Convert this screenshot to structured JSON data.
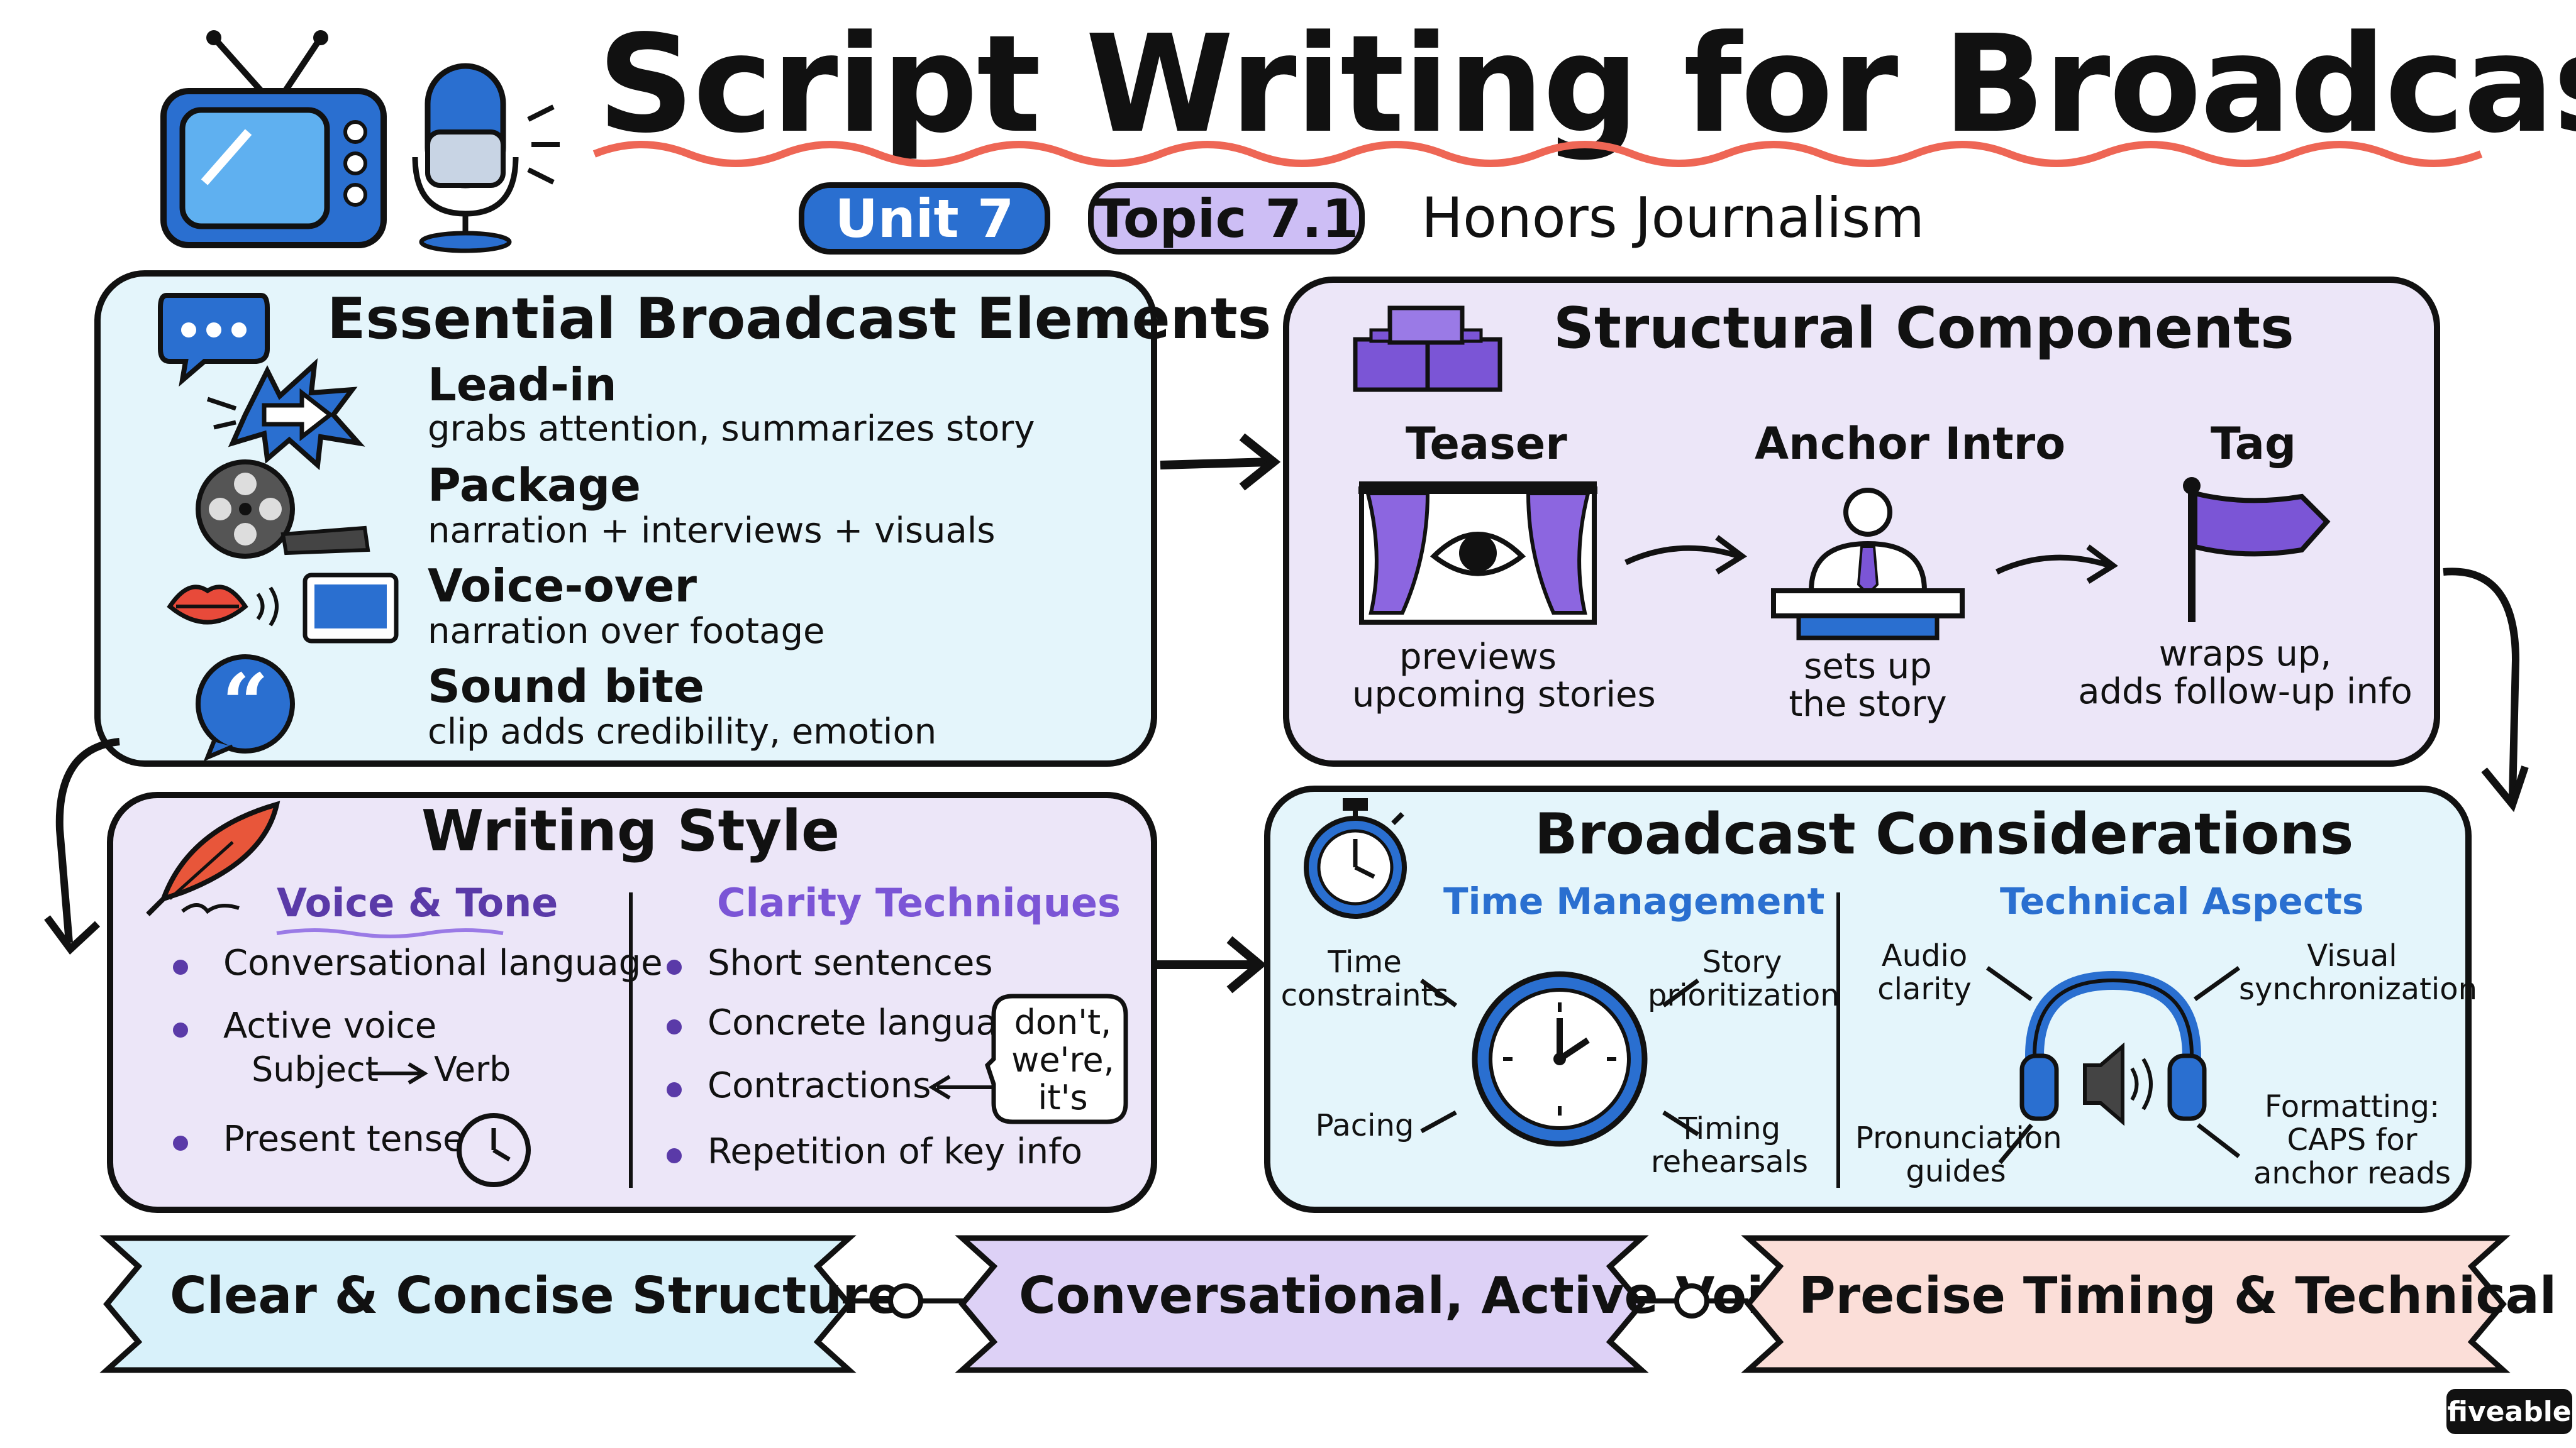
{
  "title": "Script Writing for Broadcast News",
  "badges": {
    "unit": "Unit 7",
    "topic": "Topic 7.1",
    "course": "Honors Journalism"
  },
  "essential": {
    "title": "Essential Broadcast Elements",
    "items": [
      {
        "title": "Lead-in",
        "desc": "grabs attention, summarizes story"
      },
      {
        "title": "Package",
        "desc": "narration + interviews + visuals"
      },
      {
        "title": "Voice-over",
        "desc": "narration over footage"
      },
      {
        "title": "Sound bite",
        "desc": "clip adds credibility, emotion"
      }
    ]
  },
  "structural": {
    "title": "Structural Components",
    "steps": [
      {
        "label": "Teaser",
        "desc_1": "previews",
        "desc_2": "upcoming stories"
      },
      {
        "label": "Anchor Intro",
        "desc_1": "sets up",
        "desc_2": "the story"
      },
      {
        "label": "Tag",
        "desc_1": "wraps up,",
        "desc_2": "adds follow-up info"
      }
    ]
  },
  "writing": {
    "title": "Writing Style",
    "voice": {
      "heading": "Voice & Tone",
      "bullets": [
        "Conversational language",
        "Active voice",
        "Present tense"
      ],
      "subject": "Subject",
      "verb": "Verb"
    },
    "clarity": {
      "heading": "Clarity Techniques",
      "bullets": [
        "Short sentences",
        "Concrete language",
        "Contractions",
        "Repetition of key info"
      ],
      "bubble": [
        "don't,",
        "we're,",
        "it's"
      ]
    }
  },
  "considerations": {
    "title": "Broadcast Considerations",
    "time": {
      "heading": "Time Management",
      "labels": {
        "time_constraints": [
          "Time",
          "constraints"
        ],
        "story_prioritization": [
          "Story",
          "prioritization"
        ],
        "pacing": [
          "Pacing"
        ],
        "timing_rehearsals": [
          "Timing",
          "rehearsals"
        ]
      }
    },
    "technical": {
      "heading": "Technical Aspects",
      "labels": {
        "audio_clarity": [
          "Audio",
          "clarity"
        ],
        "visual_sync": [
          "Visual",
          "synchronization"
        ],
        "pronunciation": [
          "Pronunciation",
          "guides"
        ],
        "formatting": [
          "Formatting:",
          "CAPS for",
          "anchor reads"
        ]
      }
    }
  },
  "banners": [
    "Clear & Concise Structure",
    "Conversational, Active Voice",
    "Precise Timing & Technical Sync"
  ],
  "brand": "fiveable",
  "colors": {
    "blue_panel": "#e4f5fb",
    "purple_panel": "#ece6f8",
    "pink_banner": "#fbded8",
    "blue_accent": "#2a6fd0",
    "purple_accent": "#7b55d6",
    "red_underline": "#ee6655"
  }
}
